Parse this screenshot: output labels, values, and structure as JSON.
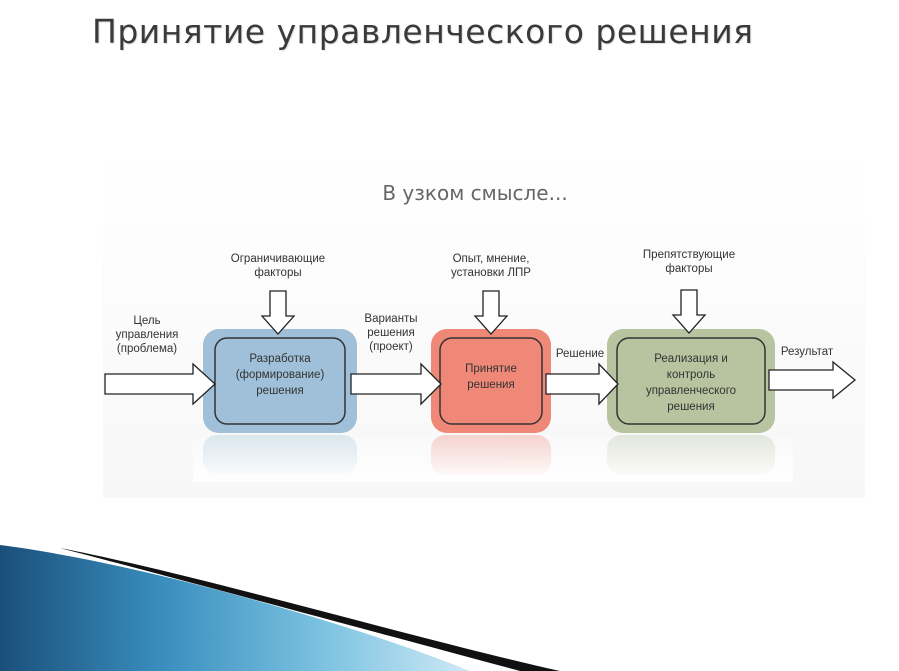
{
  "slide": {
    "title": "Принятие управленческого решения"
  },
  "diagram": {
    "heading": "В узком смысле...",
    "input": {
      "line1": "Цель",
      "line2": "управления",
      "line3": "(проблема)"
    },
    "box_development": {
      "line1": "Разработка",
      "line2": "(формирование)",
      "line3": "решения",
      "color": "#9fc0d8"
    },
    "box_decision": {
      "line1": "Принятие",
      "line2": "решения",
      "color": "#f08878"
    },
    "box_implementation": {
      "line1": "Реализация и",
      "line2": "контроль",
      "line3": "управленческого",
      "line4": "решения",
      "color": "#b8c4a0"
    },
    "factor_limiting": {
      "line1": "Ограничивающие",
      "line2": "факторы"
    },
    "factor_opinion": {
      "line1": "Опыт, мнение,",
      "line2": "установки ЛПР"
    },
    "factor_obstructing": {
      "line1": "Препятствующие",
      "line2": "факторы"
    },
    "variants": {
      "line1": "Варианты",
      "line2": "решения",
      "line3": "(проект)"
    },
    "decision_label": "Решение",
    "result_label": "Результат"
  }
}
